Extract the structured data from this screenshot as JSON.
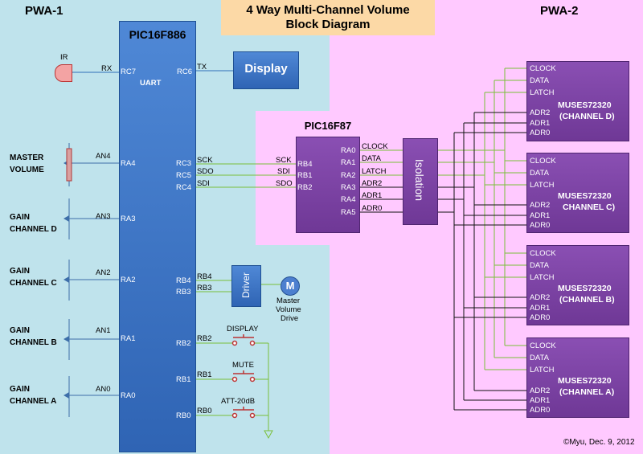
{
  "title": {
    "line1": "4 Way Multi-Channel Volume",
    "line2": "Block Diagram"
  },
  "pwa1": "PWA-1",
  "pwa2": "PWA-2",
  "mcu1": {
    "name": "PIC16F886",
    "uart": "UART",
    "rx": "RX",
    "rc7": "RC7",
    "rc6": "RC6",
    "tx": "TX",
    "an4": "AN4",
    "ra4": "RA4",
    "an3": "AN3",
    "ra3": "RA3",
    "an2": "AN2",
    "ra2": "RA2",
    "an1": "AN1",
    "ra1": "RA1",
    "an0": "AN0",
    "ra0": "RA0",
    "rc3": "RC3",
    "rc5": "RC5",
    "rc4": "RC4",
    "sck": "SCK",
    "sdo": "SDO",
    "sdi": "SDI",
    "rb4": "RB4",
    "rb3": "RB3",
    "rb2": "RB2",
    "rb1": "RB1",
    "rb0": "RB0"
  },
  "ir": "IR",
  "display": "Display",
  "driver": "Driver",
  "motor": {
    "symbol": "M",
    "label_line1": "Master",
    "label_line2": "Volume",
    "label_line3": "Drive"
  },
  "inputs": {
    "master": [
      "MASTER",
      "VOLUME"
    ],
    "gain_d": [
      "GAIN",
      "CHANNEL D"
    ],
    "gain_c": [
      "GAIN",
      "CHANNEL C"
    ],
    "gain_b": [
      "GAIN",
      "CHANNEL B"
    ],
    "gain_a": [
      "GAIN",
      "CHANNEL A"
    ]
  },
  "switches": {
    "display": "DISPLAY",
    "mute": "MUTE",
    "att": "ATT-20dB"
  },
  "mcu2": {
    "name": "PIC16F87",
    "sck": "SCK",
    "sdi": "SDI",
    "sdo": "SDO",
    "rb4": "RB4",
    "rb1": "RB1",
    "rb2": "RB2",
    "ra0": "RA0",
    "ra1": "RA1",
    "ra2": "RA2",
    "ra3": "RA3",
    "ra4": "RA4",
    "ra5": "RA5",
    "clock": "CLOCK",
    "data": "DATA",
    "latch": "LATCH",
    "adr2": "ADR2",
    "adr1": "ADR1",
    "adr0": "ADR0"
  },
  "isolation": "Isolation",
  "muses": [
    {
      "name": "MUSES72320",
      "channel": "(CHANNEL D)"
    },
    {
      "name": "MUSES72320",
      "channel": "CHANNEL C)"
    },
    {
      "name": "MUSES72320",
      "channel": "(CHANNEL B)"
    },
    {
      "name": "MUSES72320",
      "channel": "(CHANNEL A)"
    }
  ],
  "muses_pins": {
    "clock": "CLOCK",
    "data": "DATA",
    "latch": "LATCH",
    "adr2": "ADR2",
    "adr1": "ADR1",
    "adr0": "ADR0"
  },
  "copyright": "©Myu, Dec. 9, 2012"
}
